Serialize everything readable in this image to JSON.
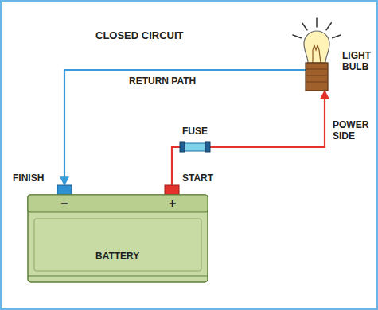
{
  "diagram": {
    "title": "CLOSED CIRCUIT",
    "nodes": [
      {
        "text": [
          "LIGHT BULB"
        ]
      },
      {
        "text": [
          "FUSE"
        ]
      },
      {
        "text": [
          "BATTERY"
        ]
      }
    ],
    "edges": [
      {
        "from": 2,
        "to": 1,
        "arrow": "none"
      },
      {
        "from": 1,
        "to": 0,
        "arrow": "to",
        "label": "POWER SIDE"
      },
      {
        "from": 0,
        "to": 2,
        "arrow": "to",
        "label": "RETURN PATH"
      }
    ],
    "labels": [
      "FINISH",
      "START",
      "−",
      "+"
    ]
  }
}
